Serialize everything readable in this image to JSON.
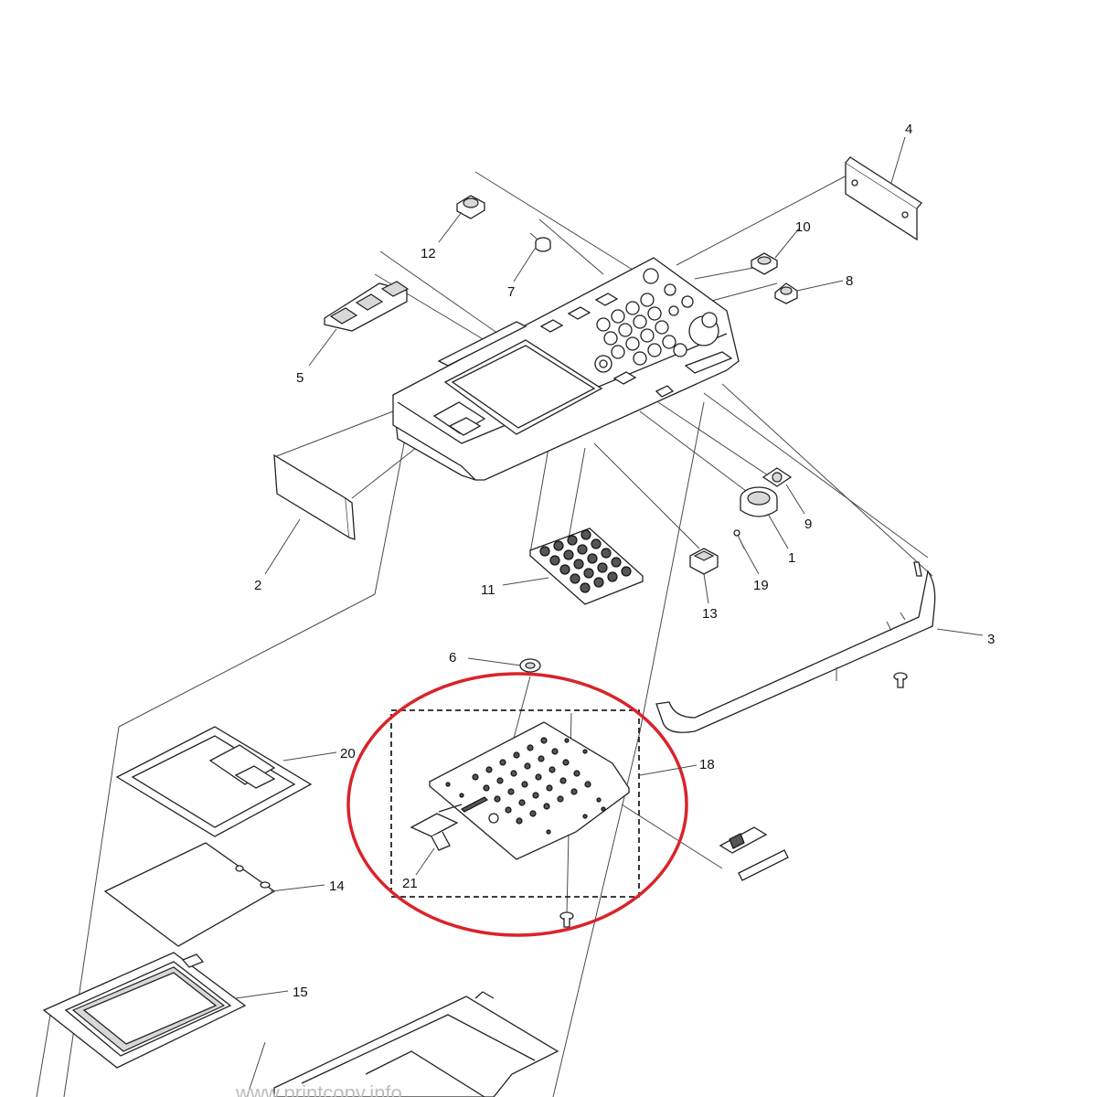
{
  "diagram": {
    "callouts": {
      "c1": "1",
      "c2": "2",
      "c3": "3",
      "c4": "4",
      "c5": "5",
      "c6": "6",
      "c7": "7",
      "c8": "8",
      "c9": "9",
      "c10": "10",
      "c11": "11",
      "c12": "12",
      "c13": "13",
      "c14": "14",
      "c15": "15",
      "c18": "18",
      "c19": "19",
      "c20": "20",
      "c21": "21"
    },
    "watermark": "www.printcopy.info",
    "highlight_color": "#d9232a"
  }
}
